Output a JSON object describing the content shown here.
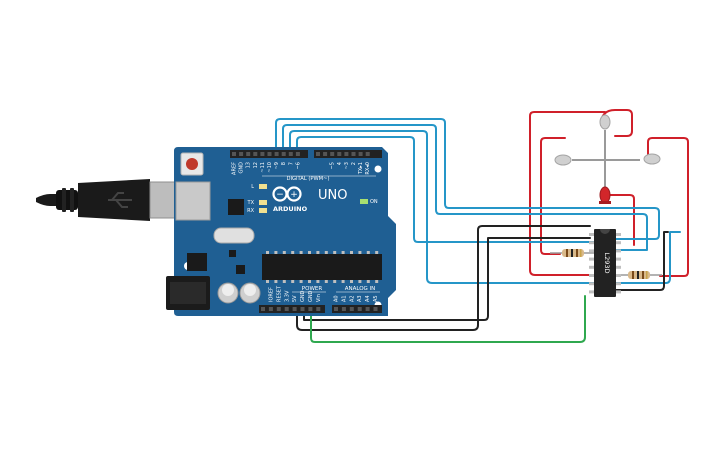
{
  "board": {
    "logo_text": "ARDUINO",
    "model": "UNO",
    "digital_header": "DIGITAL (PWM~)",
    "power_header": "POWER",
    "analog_header": "ANALOG IN",
    "on_label": "ON",
    "l_label": "L",
    "tx_label": "TX",
    "rx_label": "RX",
    "digital_pins": [
      "AREF",
      "GND",
      "13",
      "12",
      "~11",
      "~10",
      "~9",
      "8",
      "7",
      "~6",
      "~5",
      "4",
      "~3",
      "2",
      "TX▸1",
      "RX◂0"
    ],
    "power_pins": [
      "IOREF",
      "RESET",
      "3.3V",
      "5V",
      "GND",
      "GND",
      "Vin"
    ],
    "analog_pins": [
      "A0",
      "A1",
      "A2",
      "A3",
      "A4",
      "A5"
    ]
  },
  "ic": {
    "label": "L293D"
  },
  "colors": {
    "board": "#1f5f93",
    "board_dark": "#17476e",
    "wire_blue": "#2596c8",
    "wire_black": "#222222",
    "wire_green": "#2fa84f",
    "wire_red": "#d0202a",
    "chip": "#222222",
    "led_red": "#d2262a",
    "led_grey": "#c8c8c8"
  }
}
